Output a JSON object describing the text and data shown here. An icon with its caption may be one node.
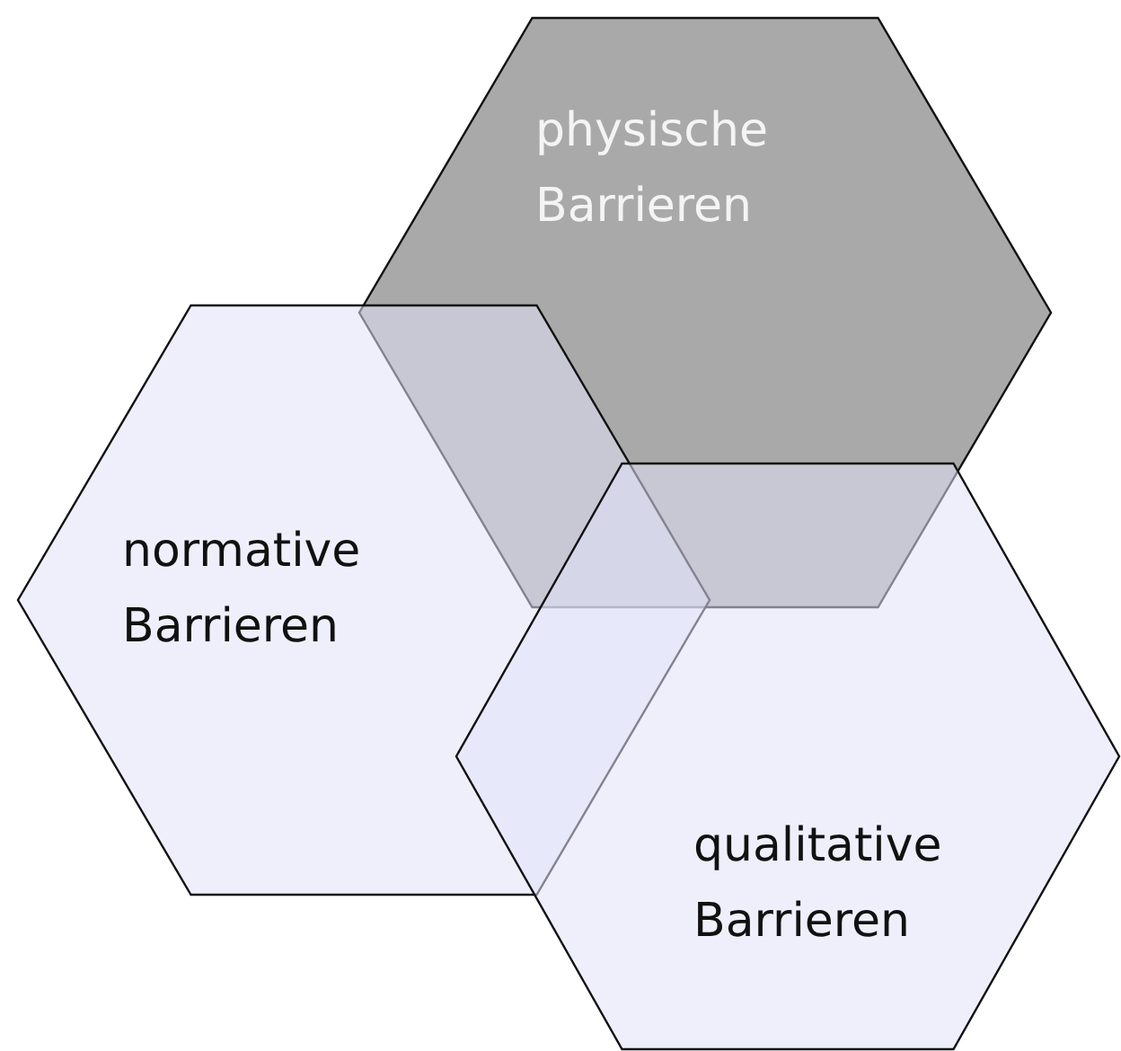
{
  "diagram": {
    "nodes": [
      {
        "text": [
          "physische Barrieren"
        ]
      },
      {
        "text": [
          "normative Barrieren"
        ]
      },
      {
        "text": [
          "qualitative Barrieren"
        ]
      }
    ]
  }
}
